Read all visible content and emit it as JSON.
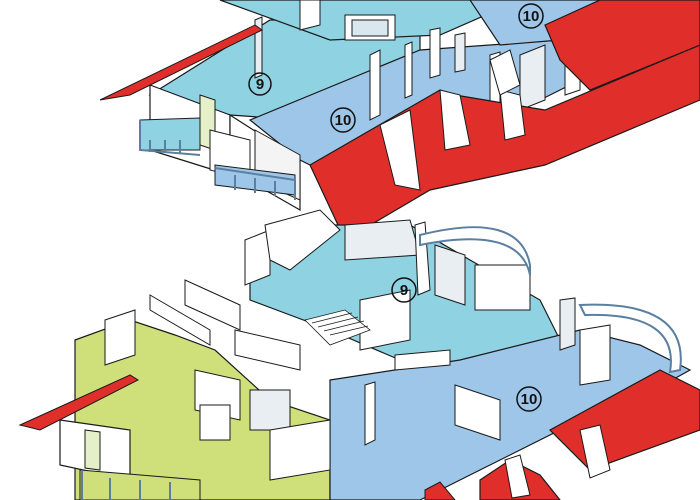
{
  "colors": {
    "cyan_floor": "#8fd3e3",
    "blue_floor": "#9ec6e8",
    "green_floor": "#cfe07a",
    "wall_white": "#ffffff",
    "wall_side": "#e8eef2",
    "roof_red": "#e02f2a",
    "outline": "#1a1a1a",
    "railing": "#5a7fa0"
  },
  "labels": {
    "upper_left": "9",
    "upper_right_top": "10",
    "upper_right_mid": "10",
    "lower_mid": "9",
    "lower_right": "10"
  }
}
